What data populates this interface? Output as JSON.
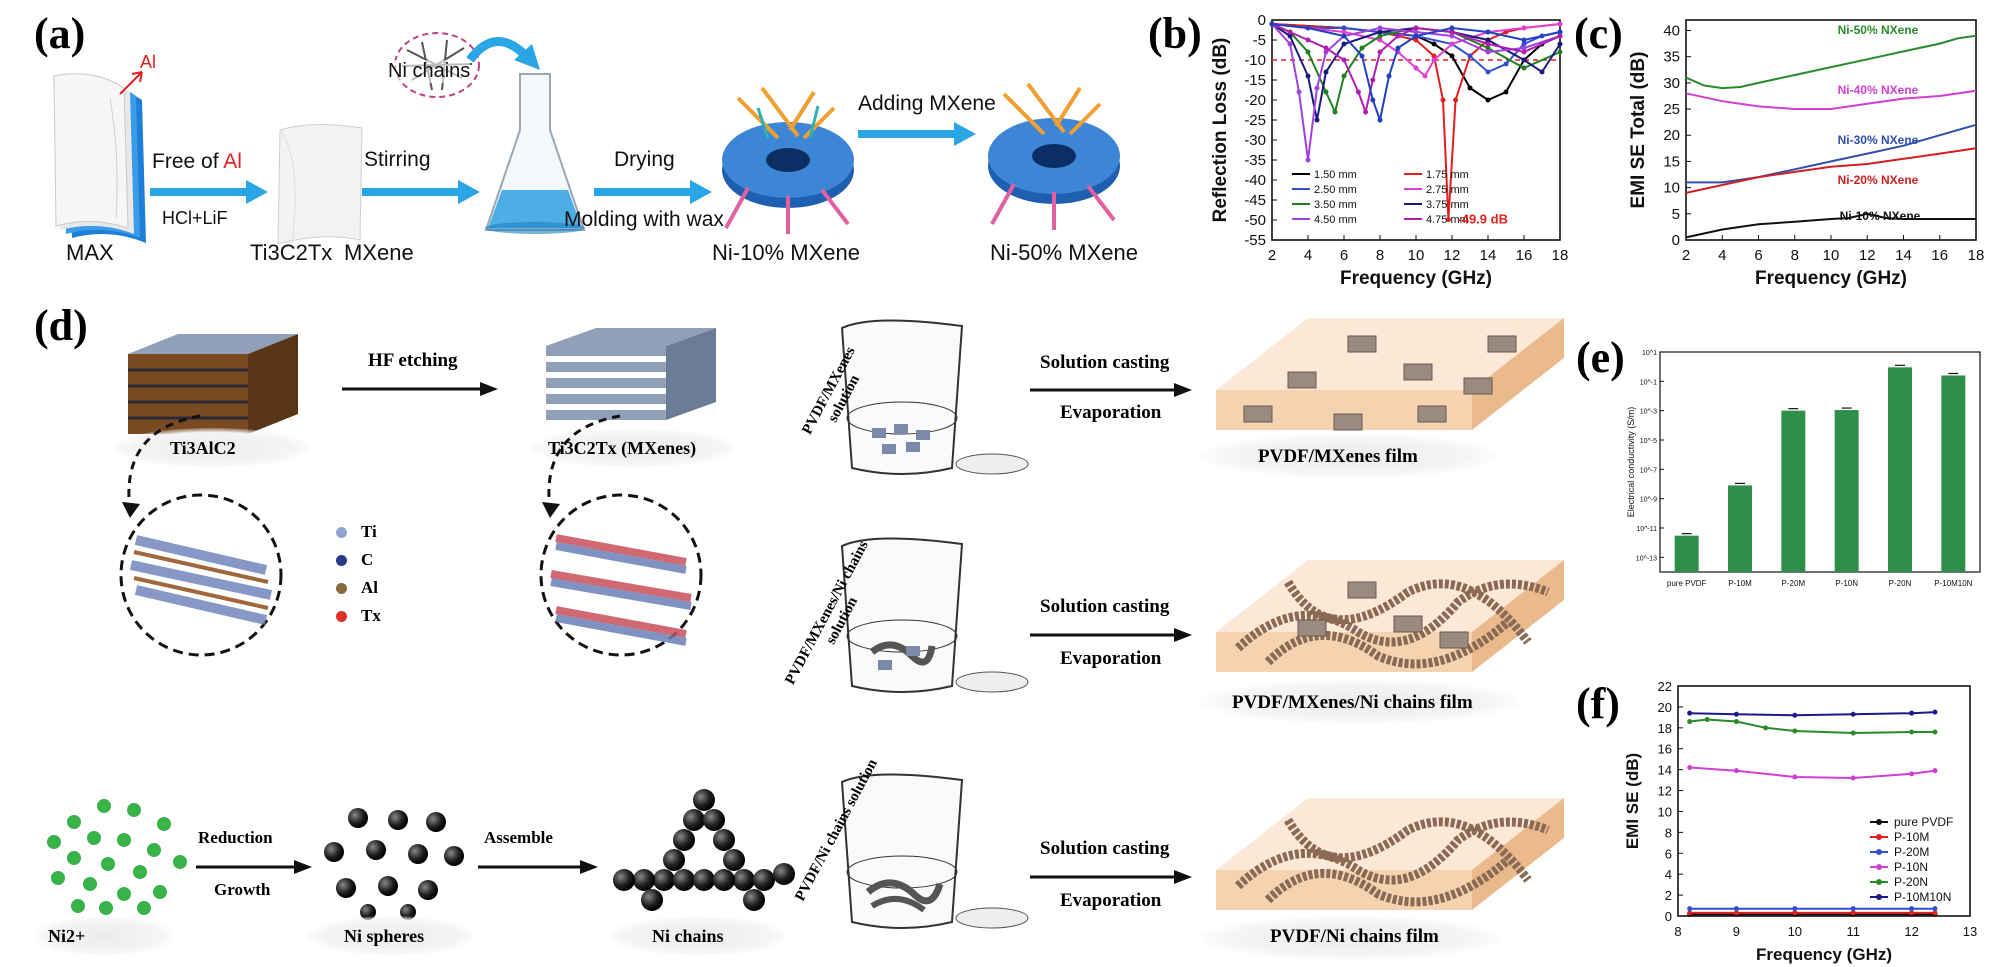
{
  "panel_labels": {
    "a": "(a)",
    "b": "(b)",
    "c": "(c)",
    "d": "(d)",
    "e": "(e)",
    "f": "(f)"
  },
  "panel_a": {
    "al_label": "Al",
    "step1": {
      "top_prefix": "Free of ",
      "top_al": "Al",
      "bottom": "HCl+LiF"
    },
    "ni_chains": "Ni chains",
    "stirring": "Stirring",
    "drying": "Drying",
    "molding": "Molding with wax",
    "adding": "Adding MXene",
    "captions": {
      "max": "MAX",
      "ti3c2tx": "Ti3C2Tx",
      "mxene": "MXene",
      "ni10": "Ni-10% MXene",
      "ni50": "Ni-50% MXene"
    }
  },
  "panel_d": {
    "ti3alc2": "Ti3AlC2",
    "hf_etching": "HF etching",
    "ti3c2tx_mxenes": "Ti3C2Tx (MXenes)",
    "legend": [
      "Ti",
      "C",
      "Al",
      "Tx"
    ],
    "legend_colors": [
      "#8fa6cf",
      "#2a3a8a",
      "#8a6a3a",
      "#e0302a"
    ],
    "solutions": [
      "PVDF/MXenes solution",
      "PVDF/MXenes/Ni chains solution",
      "PVDF/Ni chains solution"
    ],
    "solution_casting": "Solution casting",
    "evaporation": "Evaporation",
    "films": [
      "PVDF/MXenes film",
      "PVDF/MXenes/Ni chains film",
      "PVDF/Ni chains film"
    ],
    "ni2": "Ni2+",
    "reduction": "Reduction",
    "growth": "Growth",
    "ni_spheres": "Ni spheres",
    "assemble": "Assemble",
    "ni_chains": "Ni chains"
  },
  "chart_data": [
    {
      "id": "b",
      "type": "line",
      "xlabel": "Frequency (GHz)",
      "ylabel": "Reflection Loss (dB)",
      "xlim": [
        2,
        18
      ],
      "ylim": [
        -55,
        0
      ],
      "xticks": [
        2,
        4,
        6,
        8,
        10,
        12,
        14,
        16,
        18
      ],
      "yticks": [
        0,
        -5,
        -10,
        -15,
        -20,
        -25,
        -30,
        -35,
        -40,
        -45,
        -50,
        -55
      ],
      "annotation": "-49.9 dB",
      "reference_y": -10,
      "series": [
        {
          "name": "1.50 mm",
          "color": "#000000",
          "x": [
            2,
            6,
            8,
            10,
            11,
            12,
            13,
            14,
            15,
            16,
            17,
            18
          ],
          "y": [
            -1,
            -2,
            -3,
            -4,
            -6,
            -9,
            -17,
            -20,
            -18,
            -10,
            -6,
            -4
          ]
        },
        {
          "name": "1.75 mm",
          "color": "#e02020",
          "x": [
            2,
            6,
            8,
            10,
            11,
            11.5,
            11.8,
            12.2,
            13,
            14,
            15,
            16,
            18
          ],
          "y": [
            -1,
            -2,
            -3,
            -5,
            -9,
            -20,
            -49.9,
            -20,
            -9,
            -5,
            -3,
            -2,
            -1
          ]
        },
        {
          "name": "2.50 mm",
          "color": "#3050d0",
          "x": [
            2,
            4,
            6,
            8,
            10,
            12,
            13,
            14,
            15,
            16,
            17,
            18
          ],
          "y": [
            -1,
            -2,
            -2,
            -3,
            -4,
            -6,
            -9,
            -13,
            -11,
            -6,
            -4,
            -3
          ]
        },
        {
          "name": "2.75 mm",
          "color": "#e040d0",
          "x": [
            2,
            4,
            6,
            8,
            9,
            10,
            10.5,
            11,
            12,
            14,
            16,
            18
          ],
          "y": [
            -1,
            -2,
            -3,
            -5,
            -8,
            -12,
            -14,
            -10,
            -6,
            -3,
            -2,
            -1
          ]
        },
        {
          "name": "3.50 mm",
          "color": "#208020",
          "x": [
            2,
            3,
            4,
            5,
            5.5,
            6,
            7,
            8,
            10,
            12,
            14,
            16,
            18
          ],
          "y": [
            -1,
            -3,
            -8,
            -18,
            -23,
            -14,
            -7,
            -4,
            -2,
            -3,
            -7,
            -12,
            -8
          ]
        },
        {
          "name": "3.75 mm",
          "color": "#1a1a7a",
          "x": [
            2,
            3,
            4,
            4.5,
            5,
            6,
            8,
            10,
            12,
            14,
            16,
            17,
            18
          ],
          "y": [
            -1,
            -4,
            -14,
            -25,
            -13,
            -6,
            -3,
            -2,
            -3,
            -5,
            -10,
            -13,
            -6
          ]
        },
        {
          "name": "4.50 mm",
          "color": "#a040e0",
          "x": [
            2,
            3,
            3.5,
            4,
            4.5,
            5,
            6,
            8,
            10,
            12,
            14,
            16,
            18
          ],
          "y": [
            -1,
            -6,
            -18,
            -35,
            -17,
            -8,
            -4,
            -2,
            -3,
            -4,
            -8,
            -7,
            -4
          ]
        },
        {
          "name": "4.75 mm",
          "color": "#b020b0",
          "x": [
            2,
            3,
            4,
            5,
            6,
            6.8,
            7.2,
            7.6,
            8,
            9,
            10,
            12,
            14,
            16,
            18
          ],
          "y": [
            -1,
            -3,
            -5,
            -7,
            -10,
            -18,
            -23,
            -15,
            -8,
            -4,
            -2,
            -3,
            -6,
            -8,
            -4
          ]
        },
        {
          "name": "",
          "color": "#2040c0",
          "x": [
            2,
            4,
            6,
            7,
            7.6,
            8,
            8.5,
            9,
            10,
            12,
            14,
            16,
            18
          ],
          "y": [
            -1,
            -2,
            -4,
            -9,
            -20,
            -25,
            -14,
            -7,
            -4,
            -2,
            -3,
            -5,
            -3
          ]
        }
      ]
    },
    {
      "id": "c",
      "type": "line",
      "xlabel": "Frequency (GHz)",
      "ylabel": "EMI SE Total (dB)",
      "xlim": [
        2,
        18
      ],
      "ylim": [
        0,
        42
      ],
      "xticks": [
        2,
        4,
        6,
        8,
        10,
        12,
        14,
        16,
        18
      ],
      "yticks": [
        0,
        5,
        10,
        15,
        20,
        25,
        30,
        35,
        40
      ],
      "series": [
        {
          "name": "Ni-50% NXene",
          "color": "#2a8a2a",
          "x": [
            2,
            3,
            4,
            5,
            6,
            8,
            10,
            12,
            14,
            16,
            17,
            18
          ],
          "y": [
            31,
            29.5,
            29,
            29.2,
            30,
            31.5,
            33,
            34.5,
            36,
            37.5,
            38.5,
            39
          ]
        },
        {
          "name": "Ni-40% NXene",
          "color": "#d040d0",
          "x": [
            2,
            4,
            6,
            8,
            10,
            12,
            14,
            16,
            18
          ],
          "y": [
            28,
            26.5,
            25.5,
            25,
            25,
            26,
            27,
            27.5,
            28.5
          ]
        },
        {
          "name": "Ni-30% NXene",
          "color": "#3050b0",
          "x": [
            2,
            4,
            6,
            8,
            10,
            12,
            14,
            16,
            18
          ],
          "y": [
            11,
            11,
            12,
            13.5,
            15,
            16.5,
            18,
            20,
            22
          ]
        },
        {
          "name": "Ni-20% NXene",
          "color": "#d02020",
          "x": [
            2,
            4,
            6,
            8,
            10,
            12,
            14,
            16,
            18
          ],
          "y": [
            9,
            10.5,
            12,
            13,
            14,
            14.5,
            15.5,
            16.5,
            17.5
          ]
        },
        {
          "name": "Ni-10% NXene",
          "color": "#111111",
          "x": [
            2,
            4,
            6,
            8,
            10,
            11,
            12,
            13,
            14,
            16,
            18
          ],
          "y": [
            0.5,
            2,
            3,
            3.5,
            4,
            4.2,
            5,
            4.2,
            4,
            4,
            4
          ]
        }
      ]
    },
    {
      "id": "e",
      "type": "bar",
      "ylabel": "Electrical conductivity (S/m)",
      "categories": [
        "pure PVDF",
        "P-10M",
        "P-20M",
        "P-10N",
        "P-20N",
        "P-10M10N"
      ],
      "values": [
        3e-12,
        8e-09,
        0.001,
        0.0011,
        0.9,
        0.25
      ],
      "yscale": "log",
      "ylim": [
        1e-14,
        10
      ],
      "ytick_labels": [
        "10^1",
        "10^-1",
        "10^-3",
        "10^-5",
        "10^-7",
        "10^-9",
        "10^-11",
        "10^-13"
      ]
    },
    {
      "id": "f",
      "type": "line",
      "xlabel": "Frequency (GHz)",
      "ylabel": "EMI SE (dB)",
      "xlim": [
        8,
        13
      ],
      "ylim": [
        0,
        22
      ],
      "xticks": [
        8,
        9,
        10,
        11,
        12,
        13
      ],
      "yticks": [
        0,
        2,
        4,
        6,
        8,
        10,
        12,
        14,
        16,
        18,
        20,
        22
      ],
      "series": [
        {
          "name": "pure PVDF",
          "color": "#111111",
          "x": [
            8.2,
            9,
            10,
            11,
            12,
            12.4
          ],
          "y": [
            0.15,
            0.15,
            0.15,
            0.15,
            0.15,
            0.15
          ]
        },
        {
          "name": "P-10M",
          "color": "#e02020",
          "x": [
            8.2,
            9,
            10,
            11,
            12,
            12.4
          ],
          "y": [
            0.3,
            0.3,
            0.3,
            0.3,
            0.3,
            0.3
          ]
        },
        {
          "name": "P-20M",
          "color": "#3050d0",
          "x": [
            8.2,
            9,
            10,
            11,
            12,
            12.4
          ],
          "y": [
            0.7,
            0.7,
            0.7,
            0.7,
            0.7,
            0.7
          ]
        },
        {
          "name": "P-10N",
          "color": "#d040d0",
          "x": [
            8.2,
            9,
            10,
            11,
            12,
            12.4
          ],
          "y": [
            14.2,
            13.9,
            13.3,
            13.2,
            13.6,
            13.9
          ]
        },
        {
          "name": "P-20N",
          "color": "#2a8a2a",
          "x": [
            8.2,
            8.5,
            9,
            9.5,
            10,
            11,
            12,
            12.4
          ],
          "y": [
            18.6,
            18.8,
            18.6,
            18.0,
            17.7,
            17.5,
            17.6,
            17.6
          ]
        },
        {
          "name": "P-10M10N",
          "color": "#1a1a8a",
          "x": [
            8.2,
            9,
            10,
            11,
            12,
            12.4
          ],
          "y": [
            19.4,
            19.3,
            19.2,
            19.3,
            19.4,
            19.5
          ]
        }
      ]
    }
  ]
}
